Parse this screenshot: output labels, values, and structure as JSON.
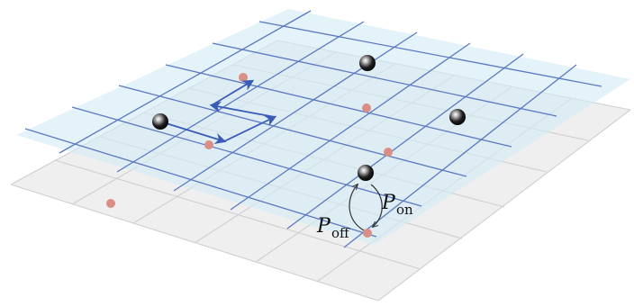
{
  "labels": {
    "p_off": {
      "main": "P",
      "sub": "off"
    },
    "p_on": {
      "main": "P",
      "sub": "on"
    }
  },
  "colors": {
    "lower_plane_fill": "#eeeeee",
    "lower_grid": "#cfcfcf",
    "upper_plane_fill": "#d4ebf6",
    "upper_grid": "#5b79c2",
    "arrow": "#3a5cb8",
    "substrate_dot": "#d98f86",
    "adatom_dark": "#111111",
    "adatom_light": "#ffffff"
  }
}
